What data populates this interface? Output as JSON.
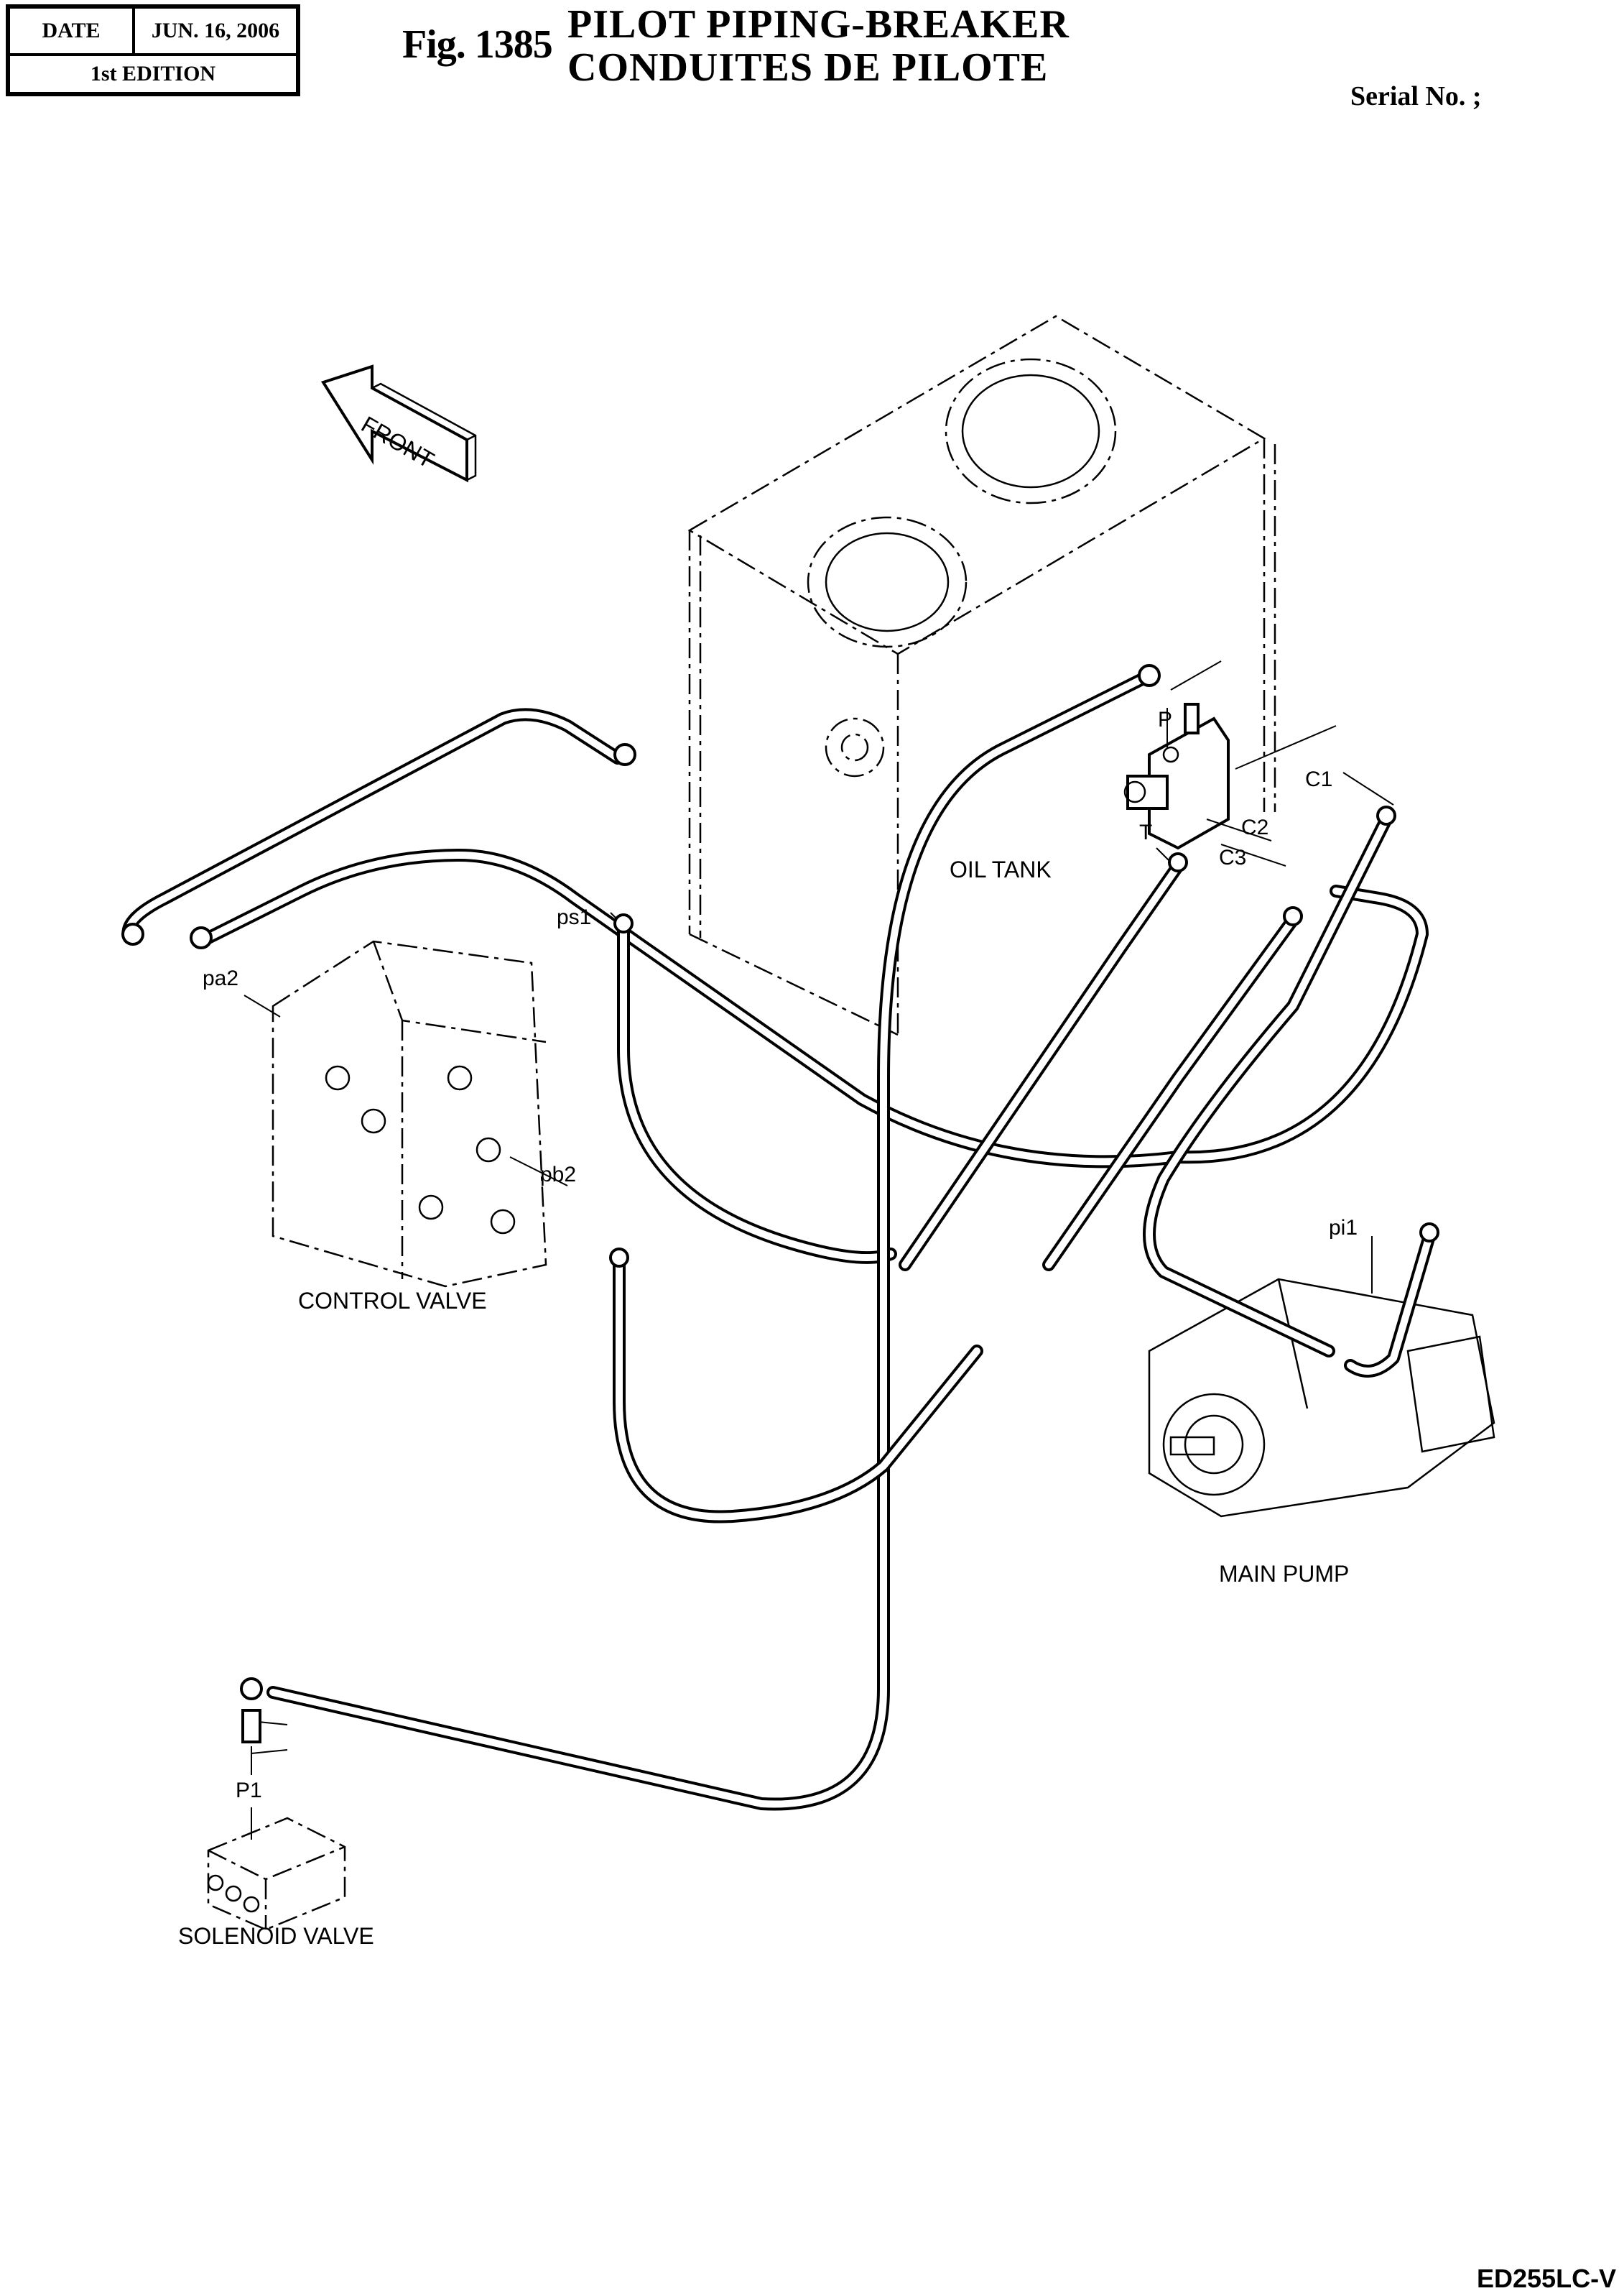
{
  "header": {
    "date_label": "DATE",
    "date_value": "JUN. 16, 2006",
    "edition": "1st EDITION",
    "fig_number": "Fig. 1385",
    "title_en": "PILOT PIPING-BREAKER",
    "title_fr": "CONDUITES DE PILOTE",
    "serial": "Serial No. ;"
  },
  "footer": {
    "model_code": "ED255LC-V"
  },
  "direction_arrow": {
    "label": "FRONT"
  },
  "components": {
    "oil_tank": "OIL TANK",
    "control_valve": "CONTROL VALVE",
    "main_pump": "MAIN PUMP",
    "solenoid_valve": "SOLENOID VALVE"
  },
  "ports": {
    "P": "P",
    "T": "T",
    "C1": "C1",
    "C2": "C2",
    "C3": "C3",
    "ps1": "ps1",
    "pa2": "pa2",
    "pb2": "pb2",
    "pi1": "pi1",
    "P1": "P1"
  }
}
